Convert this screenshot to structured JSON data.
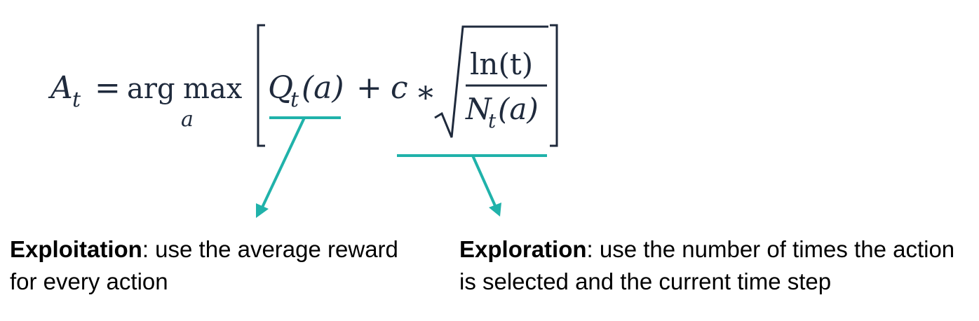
{
  "colors": {
    "equation": "#1f2a3c",
    "annotation": "#20b2aa",
    "caption": "#000000"
  },
  "equation": {
    "lhs_var": "A",
    "lhs_sub": "t",
    "equals": "=",
    "argmax_arg": "arg",
    "argmax_max": "max",
    "argmax_sub": "a",
    "q_var": "Q",
    "q_sub": "t",
    "q_arg": "(a)",
    "plus": "+",
    "c_var": "c",
    "times": "∗",
    "numerator": "ln(t)",
    "den_var": "N",
    "den_sub": "t",
    "den_arg": "(a)"
  },
  "annotations": {
    "exploitation": {
      "title": "Exploitation",
      "text": ": use the average reward for every action"
    },
    "exploration": {
      "title": "Exploration",
      "text": ": use the number of times the action is selected and the current time step"
    }
  }
}
